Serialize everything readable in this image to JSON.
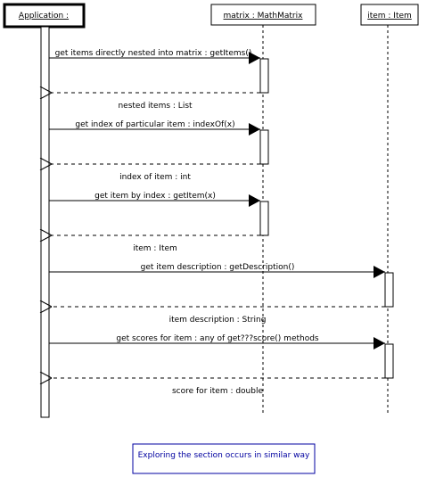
{
  "participants": [
    {
      "id": "app",
      "label": "Application :"
    },
    {
      "id": "matrix",
      "label": "matrix : MathMatrix"
    },
    {
      "id": "item",
      "label": "item : Item"
    }
  ],
  "messages": [
    {
      "call": "get items directly nested into matrix : getItems()",
      "reply": "nested items : List",
      "target": "matrix"
    },
    {
      "call": "get index of particular item : indexOf(x)",
      "reply": "index of item : int",
      "target": "matrix"
    },
    {
      "call": "get item by index : getItem(x)",
      "reply": "item : Item",
      "target": "matrix"
    },
    {
      "call": "get item description : getDescription()",
      "reply": "item description : String",
      "target": "item"
    },
    {
      "call": "get scores for item : any of get???score() methods",
      "reply": "score for item : double",
      "target": "item"
    }
  ],
  "note": "Exploring the section occurs in similar way",
  "colors": {
    "note_border": "#0000a0",
    "note_text": "#0000a0",
    "line": "#000000"
  }
}
